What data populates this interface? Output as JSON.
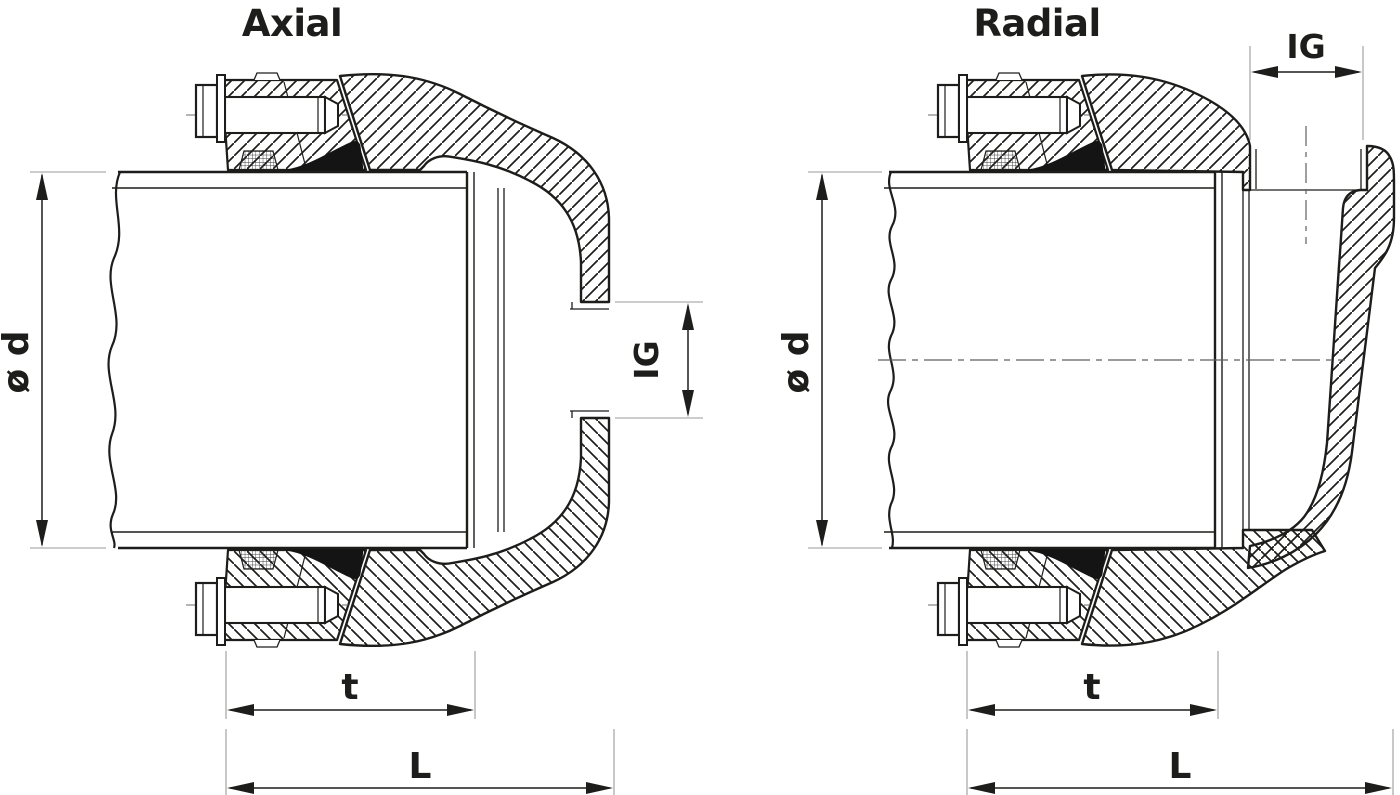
{
  "drawing": {
    "type": "technical-cross-section",
    "subject": "pipe coupling with internal thread outlet, two variants",
    "background_color": "#ffffff",
    "line_color": "#1d1d1b",
    "gasket_color": "#141414",
    "views": {
      "axial": {
        "title": "Axial",
        "labels": {
          "diameter": "ø d",
          "thread": "IG",
          "depth": "t",
          "length": "L"
        }
      },
      "radial": {
        "title": "Radial",
        "labels": {
          "diameter": "ø d",
          "thread": "IG",
          "depth": "t",
          "length": "L"
        }
      }
    }
  }
}
